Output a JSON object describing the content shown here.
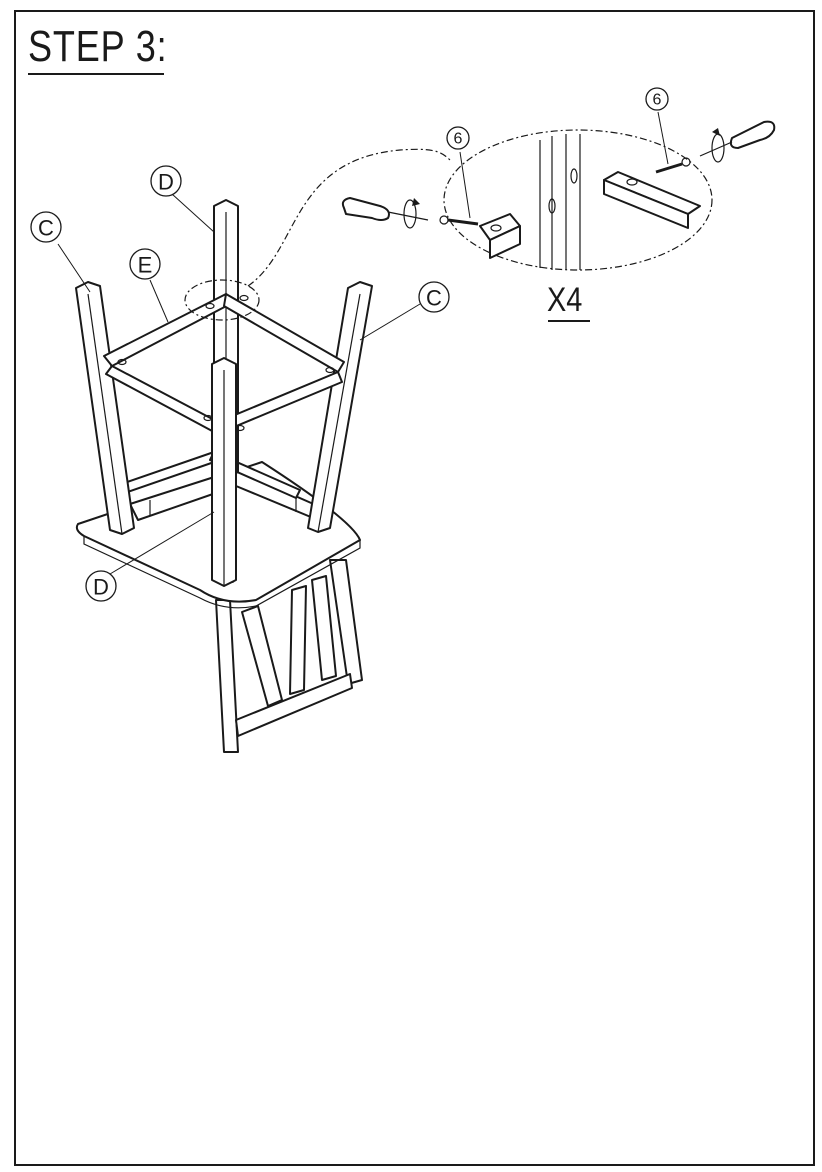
{
  "step": {
    "title": "STEP 3:"
  },
  "quantity": {
    "label": "X4"
  },
  "callouts": {
    "leg_left": "C",
    "leg_right": "C",
    "leg_back": "D",
    "leg_front": "D",
    "rail": "E",
    "screw_left": "6",
    "screw_right": "6"
  },
  "icons": [
    "screwdriver-icon",
    "rotation-arrow-icon",
    "screw-icon"
  ]
}
